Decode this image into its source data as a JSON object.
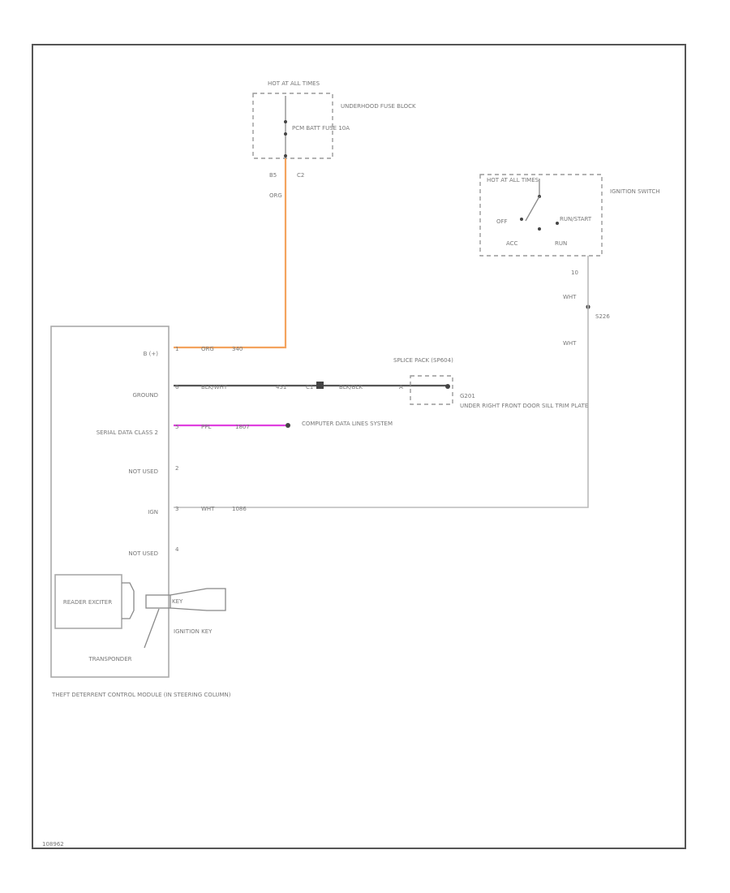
{
  "colors": {
    "frame": "#555555",
    "orange_wire": "#f4a35e",
    "black_wire": "#555555",
    "pink_wire": "#e040e0",
    "white_wire": "#bbbbbb"
  },
  "fuse_block": {
    "hot_label": "HOT AT ALL TIMES",
    "fuse_label": "PCM BATT FUSE 10A",
    "name": "UNDERHOOD FUSE BLOCK",
    "pin_left": "B5",
    "pin_right": "C2",
    "wire_color": "ORG"
  },
  "ignition_switch": {
    "hot_label": "HOT AT ALL TIMES",
    "name": "IGNITION SWITCH",
    "off_label": "OFF",
    "acc_label": "ACC",
    "run_label": "RUN",
    "start_label": "RUN/START",
    "pin": "10"
  },
  "splice_s226": {
    "wire_top": "WHT",
    "name": "S226",
    "wire_bottom": "WHT"
  },
  "module": {
    "name": "THEFT DETERRENT CONTROL MODULE (IN STEERING COLUMN)",
    "pins": [
      {
        "label": "B (+)",
        "num": "1",
        "wire": "ORG",
        "circuit": "340"
      },
      {
        "label": "GROUND",
        "num": "6",
        "wire": "BLK/WHT",
        "circuit": "451"
      },
      {
        "label": "SERIAL DATA CLASS 2",
        "num": "5",
        "wire": "PPL",
        "circuit": "1807"
      },
      {
        "label": "NOT USED",
        "num": "2"
      },
      {
        "label": "IGN",
        "num": "3",
        "wire": "WHT",
        "circuit": "1086"
      },
      {
        "label": "NOT USED",
        "num": "4"
      }
    ],
    "reader_label": "READER EXCITER",
    "transponder_label": "TRANSPONDER"
  },
  "ground_path": {
    "wire_a": "BLK/WHT",
    "circuit": "451",
    "wire_b": "BLK/BLK",
    "connector": "C1",
    "splice_name": "SPLICE PACK (SP604)",
    "pin": "A",
    "ground_name": "G201",
    "ground_desc": "UNDER RIGHT FRONT DOOR SILL TRIM PLATE"
  },
  "data_link": {
    "label": "COMPUTER DATA LINES SYSTEM"
  },
  "key": {
    "label": "IGNITION KEY",
    "code": "KEY"
  },
  "footer_code": "108962"
}
